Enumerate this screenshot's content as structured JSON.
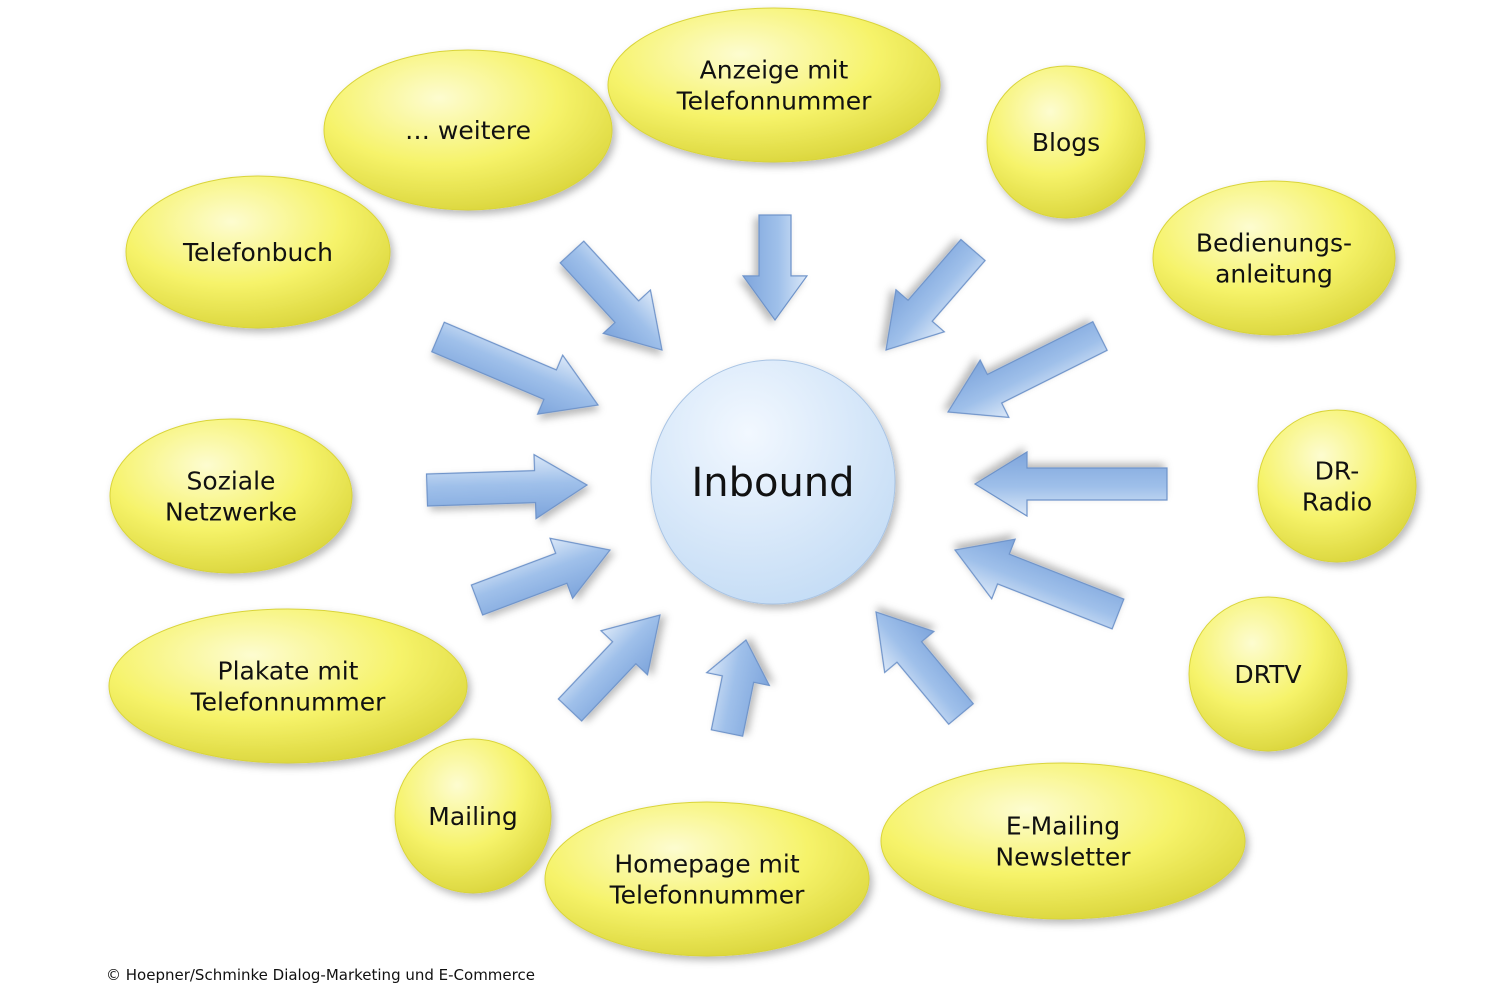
{
  "center": {
    "label": "Inbound"
  },
  "colors": {
    "bubble_fill": "#f6f36a",
    "bubble_highlight": "#fdfcd0",
    "bubble_edge": "#d9d43a",
    "center_fill": "#c4dcf5",
    "center_highlight": "#f2f8ff",
    "arrow_fill": "#9fc0ea",
    "arrow_edge": "#6e93c9"
  },
  "sources": [
    {
      "id": "weitere",
      "lines": [
        "… weitere"
      ]
    },
    {
      "id": "anzeige",
      "lines": [
        "Anzeige mit",
        "Telefonnummer"
      ]
    },
    {
      "id": "blogs",
      "lines": [
        "Blogs"
      ]
    },
    {
      "id": "bedienungsanleitung",
      "lines": [
        "Bedienungs-",
        "anleitung"
      ]
    },
    {
      "id": "telefonbuch",
      "lines": [
        "Telefonbuch"
      ]
    },
    {
      "id": "dr-radio",
      "lines": [
        "DR-",
        "Radio"
      ]
    },
    {
      "id": "soziale-netzwerke",
      "lines": [
        "Soziale",
        "Netzwerke"
      ]
    },
    {
      "id": "drtv",
      "lines": [
        "DRTV"
      ]
    },
    {
      "id": "plakate",
      "lines": [
        "Plakate mit",
        "Telefonnummer"
      ]
    },
    {
      "id": "mailing",
      "lines": [
        "Mailing"
      ]
    },
    {
      "id": "e-mailing",
      "lines": [
        "E-Mailing",
        "Newsletter"
      ]
    },
    {
      "id": "homepage",
      "lines": [
        "Homepage mit",
        "Telefonnummer"
      ]
    }
  ],
  "footer": {
    "copyright": "© Hoepner/Schminke Dialog-Marketing und E-Commerce"
  }
}
